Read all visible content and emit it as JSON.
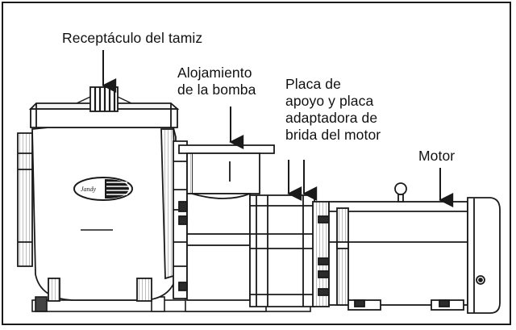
{
  "labels": {
    "strainer": "Receptáculo del tamiz",
    "housing": [
      "Alojamiento",
      "de la bomba"
    ],
    "plate": [
      "Placa de",
      "apoyo y placa",
      "adaptadora de",
      "brida del motor"
    ],
    "motor": "Motor"
  },
  "logo_text": "Jandy",
  "colors": {
    "line": "#1a1a1a",
    "fill": "#ffffff",
    "shade": "#d9d9d9",
    "dark": "#2b2b2b"
  }
}
